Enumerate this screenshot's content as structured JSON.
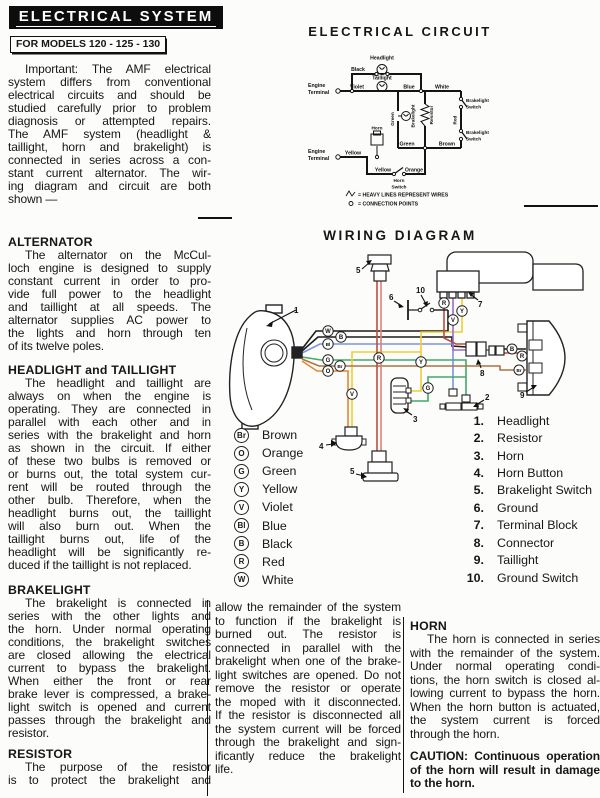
{
  "page": {
    "title": "ELECTRICAL SYSTEM",
    "models": "FOR MODELS 120 - 125 - 130"
  },
  "intro": {
    "lines": [
      "Important:  The AMF electrical",
      "system differs from conventional",
      "electrical circuits and should be",
      "studied carefully prior to problem",
      "diagnosis  or attempted repairs.",
      "The AMF system (headlight &",
      "taillight, horn and brakelight) is",
      "connected in series across a con-",
      "stant current alternator.  The wir-",
      "ing diagram and circuit are both",
      "shown —"
    ]
  },
  "sections": {
    "alternator": {
      "heading": "ALTERNATOR",
      "lines": [
        "The alternator on the McCul-",
        "loch engine is designed to supply",
        "constant current in order to pro-",
        "vide full power to the headlight",
        "and taillight at all speeds.  The",
        "alternator supplies AC power to",
        "the lights and horn through ten",
        "of its twelve poles."
      ]
    },
    "headlight_taillight": {
      "heading": "HEADLIGHT and TAILLIGHT",
      "lines": [
        "The headlight and taillight are",
        "always on when the engine is",
        "operating.  They are connected in",
        "parallel with each other and in",
        "series with the brakelight and horn",
        "as shown in the circuit.  If either",
        "of these two bulbs is removed or",
        "or burns out, the total system cur-",
        "rent will be routed through the",
        "other bulb.  Therefore, when the",
        "headlight burns out, the taillight",
        "will also burn out.  When the",
        "taillight burns out, life of the",
        "headlight will be significantly  re-",
        "duced if the taillight is not replaced."
      ]
    },
    "brakelight": {
      "heading": "BRAKELIGHT",
      "lines": [
        "The brakelight is connected in",
        "series with the other lights and",
        "the horn.  Under normal operating",
        "conditions, the brakelight switches",
        "are closed allowing the electrical",
        "current to bypass the brakelight.",
        "When either the front or rear",
        "brake lever is compressed, a brake-",
        "light switch is opened and current",
        "passes through the brakelight and",
        "resistor."
      ]
    },
    "resistor": {
      "heading": "RESISTOR",
      "lines": [
        "The purpose of the resistor",
        "is to protect the brakelight and"
      ]
    }
  },
  "middle_column": {
    "lines": [
      "allow the remainder of the system",
      "to function if the brakelight is",
      "burned out.   The resistor is",
      "connected in parallel with the",
      "brakelight when one of the brake-",
      "light switches are opened. Do not",
      "remove the resistor or operate",
      "the moped with it disconnected.",
      "If the resistor is disconnected all",
      "the system current will be forced",
      "through the brakelight and sign-",
      "ificantly reduce the brakelight",
      "life."
    ]
  },
  "horn_section": {
    "heading": "HORN",
    "lines": [
      "The horn is connected in series",
      "with the remainder of the system.",
      "Under normal operating condi-",
      "tions, the horn switch is closed al-",
      "lowing current to bypass the horn.",
      "When the horn button is actuated,",
      "the system  current is forced",
      "through the horn."
    ]
  },
  "caution": {
    "lines": [
      "CAUTION:  Continuous operation",
      "of the horn will result in damage",
      "to the horn."
    ]
  },
  "circuit": {
    "title": "ELECTRICAL CIRCUIT",
    "labels": {
      "engine1": "Engine",
      "engine2": "Terminal",
      "black": "Black",
      "headlight": "Headlight",
      "taillight": "Taillight",
      "violet": "Violet",
      "blue": "Blue",
      "white": "White",
      "bls1": "Brakelight",
      "bls2": "Switch",
      "red": "Red",
      "brakelight": "Brakelight",
      "resistor": "Resistor",
      "green_v": "Green",
      "green": "Green",
      "brown": "Brown",
      "yellow": "Yellow",
      "orange": "Orange",
      "horn": "Horn",
      "hs1": "Horn",
      "hs2": "Switch",
      "leg1": "= HEAVY LINES REPRESENT WIRES",
      "leg2": "= CONNECTION POINTS"
    }
  },
  "wiring": {
    "title": "WIRING DIAGRAM",
    "tags": {
      "w": "W",
      "b": "B",
      "bl": "Bl",
      "g1": "G",
      "br1": "Br",
      "o": "O",
      "v1": "V",
      "r1": "R",
      "r2": "R",
      "v2": "V",
      "y1": "Y",
      "y2": "Y",
      "g2": "G",
      "b2": "B",
      "r3": "R",
      "br2": "Br"
    },
    "callouts": {
      "c1": "1",
      "c2": "2",
      "c3": "3",
      "c4": "4",
      "c5a": "5",
      "c5b": "5",
      "c6": "6",
      "c7": "7",
      "c8": "8",
      "c9": "9",
      "c10": "10"
    },
    "color_legend": [
      {
        "code": "Br",
        "name": "Brown"
      },
      {
        "code": "O",
        "name": "Orange"
      },
      {
        "code": "G",
        "name": "Green"
      },
      {
        "code": "Y",
        "name": "Yellow"
      },
      {
        "code": "V",
        "name": "Violet"
      },
      {
        "code": "Bl",
        "name": "Blue"
      },
      {
        "code": "B",
        "name": "Black"
      },
      {
        "code": "R",
        "name": "Red"
      },
      {
        "code": "W",
        "name": "White"
      }
    ],
    "component_legend": [
      {
        "num": "1.",
        "name": "Headlight"
      },
      {
        "num": "2.",
        "name": "Resistor"
      },
      {
        "num": "3.",
        "name": "Horn"
      },
      {
        "num": "4.",
        "name": "Horn Button"
      },
      {
        "num": "5.",
        "name": "Brakelight Switch"
      },
      {
        "num": "6.",
        "name": "Ground"
      },
      {
        "num": "7.",
        "name": "Terminal Block"
      },
      {
        "num": "8.",
        "name": "Connector"
      },
      {
        "num": "9.",
        "name": "Taillight"
      },
      {
        "num": "10.",
        "name": "Ground Switch"
      }
    ]
  },
  "colors": {
    "page_bg": "#fcfcfa",
    "ink": "#161616",
    "wire_black": "#1b1b1b",
    "wire_blue": "#7b94df",
    "wire_green": "#43aa67",
    "wire_yellow": "#eecf35",
    "wire_orange": "#e8872b",
    "wire_violet": "#9a6cc8",
    "wire_red": "#bf4b43",
    "wire_red_light": "#d8837b",
    "wire_brown": "#aa7544"
  }
}
